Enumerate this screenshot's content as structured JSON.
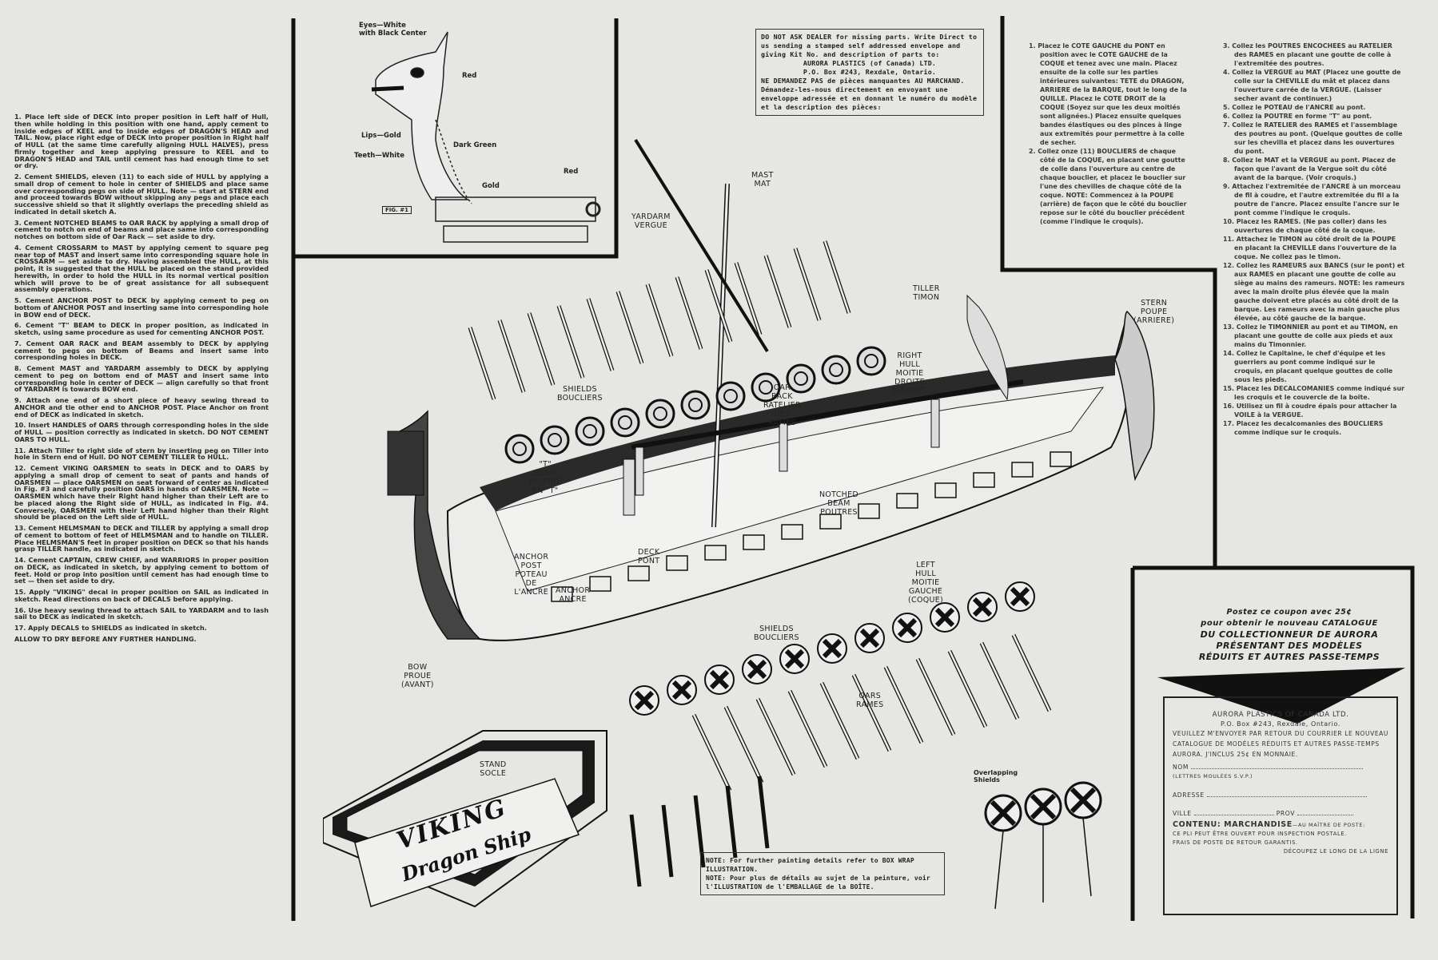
{
  "english_instructions": [
    "1. Place left side of DECK into proper position in Left half of Hull, then while holding in this position with one hand, apply cement to inside edges of KEEL and to inside edges of DRAGON'S HEAD and TAIL. Now, place right edge of DECK into proper position in Right half of HULL (at the same time carefully aligning HULL HALVES), press firmly together and keep applying pressure to KEEL and to DRAGON'S HEAD and TAIL until cement has had enough time to set or dry.",
    "2. Cement SHIELDS, eleven (11) to each side of HULL by applying a small drop of cement to hole in center of SHIELDS and place same over corresponding pegs on side of HULL. Note — start at STERN end and proceed towards BOW without skipping any pegs and place each successive shield so that it slightly overlaps the preceding shield as indicated in detail sketch A.",
    "3. Cement NOTCHED BEAMS to OAR RACK by applying a small drop of cement to notch on end of beams and place same into corresponding notches on bottom side of Oar Rack — set aside to dry.",
    "4. Cement CROSSARM to MAST by applying cement to square peg near top of MAST and insert same into corresponding square hole in CROSSARM — set aside to dry. Having assembled the HULL, at this point, it is suggested that the HULL be placed on the stand provided herewith, in order to hold the HULL in its normal vertical position which will prove to be of great assistance for all subsequent assembly operations.",
    "5. Cement ANCHOR POST to DECK by applying cement to peg on bottom of ANCHOR POST and inserting same into corresponding hole in BOW end of DECK.",
    "6. Cement \"T\" BEAM to DECK in proper position, as indicated in sketch, using same procedure as used for cementing ANCHOR POST.",
    "7. Cement OAR RACK and BEAM assembly to DECK by applying cement to pegs on bottom of Beams and insert same into corresponding holes in DECK.",
    "8. Cement MAST and YARDARM assembly to DECK by applying cement to peg on bottom end of MAST and insert same into corresponding hole in center of DECK — align carefully so that front of YARDARM is towards BOW end.",
    "9. Attach one end of a short piece of heavy sewing thread to ANCHOR and tie other end to ANCHOR POST. Place Anchor on front end of DECK as indicated in sketch.",
    "10. Insert HANDLES of OARS through corresponding holes in the side of HULL — position correctly as indicated in sketch. DO NOT CEMENT OARS TO HULL.",
    "11. Attach Tiller to right side of stern by inserting peg on Tiller into hole in Stern end of Hull. DO NOT CEMENT TILLER to HULL.",
    "12. Cement VIKING OARSMEN to seats in DECK and to OARS by applying a small drop of cement to seat of pants and hands of OARSMEN — place OARSMEN on seat forward of center as indicated in Fig. #3 and carefully position OARS in hands of OARSMEN. Note — OARSMEN which have their Right hand higher than their Left are to be placed along the Right side of HULL, as indicated in Fig. #4. Conversely, OARSMEN with their Left hand higher than their Right should be placed on the Left side of HULL.",
    "13. Cement HELMSMAN to DECK and TILLER by applying a small drop of cement to bottom of feet of HELMSMAN and to handle on TILLER. Place HELMSMAN'S feet in proper position on DECK so that his hands grasp TILLER handle, as indicated in sketch.",
    "14. Cement CAPTAIN, CREW CHIEF, and WARRIORS in proper position on DECK, as indicated in sketch, by applying cement to bottom of feet. Hold or prop into position until cement has had enough time to set — then set aside to dry.",
    "15. Apply \"VIKING\" decal in proper position on SAIL as indicated in sketch. Read directions on back of DECALS before applying.",
    "16. Use heavy sewing thread to attach SAIL to YARDARM and to lash sail to DECK as indicated in sketch.",
    "17. Apply DECALS to SHIELDS as indicated in sketch.",
    "ALLOW TO DRY BEFORE ANY FURTHER HANDLING."
  ],
  "french_instructions_col1": [
    "1. Placez le COTE GAUCHE du PONT en position avec le COTE GAUCHE de la COQUE et tenez avec une main. Placez ensuite de la colle sur les parties intérieures suivantes: TETE du DRAGON, ARRIERE de la BARQUE, tout le long de la QUILLE. Placez le COTE DROIT de la COQUE (Soyez sur que les deux moitiés sont alignées.) Placez ensuite quelques bandes élastiques ou des pinces à linge aux extremités pour permettre à la colle de secher.",
    "2. Collez onze (11) BOUCLIERS de chaque côté de la COQUE, en placant une goutte de colle dans l'ouverture au centre de chaque bouclier, et placez le bouclier sur l'une des chevilles de chaque côté de la coque. NOTE: Commencez à la POUPE (arrière) de façon que le côté du bouclier repose sur le côté du bouclier précédent (comme l'indique le croquis)."
  ],
  "french_instructions_col2": [
    "3. Collez les POUTRES ENCOCHEES au RATELIER des RAMES en placant une goutte de colle à l'extremitée des poutres.",
    "4. Collez la VERGUE au MAT (Placez une goutte de colle sur la CHEVILLE du mât et placez dans l'ouverture carrée de la VERGUE. (Laisser secher avant de continuer.)",
    "5. Collez le POTEAU de l'ANCRE au pont.",
    "6. Collez la POUTRE en forme \"T\" au pont.",
    "7. Collez le RATELIER des RAMES et l'assemblage des poutres au pont. (Quelque gouttes de colle sur les chevilla et placez dans les ouvertures du pont.",
    "8. Collez le MAT et la VERGUE au pont. Placez de façon que l'avant de la Vergue soit du côté avant de la barque. (Voir croquis.)",
    "9. Attachez l'extremitée de l'ANCRE à un morceau de fil à coudre, et l'autre extremitée du fil a la poutre de l'ancre. Placez ensuite l'ancre sur le pont comme l'indique le croquis.",
    "10. Placez les RAMES. (Ne pas coller) dans les ouvertures de chaque côté de la coque.",
    "11. Attachez le TIMON au côté droit de la POUPE en placant la CHEVILLE dans l'ouverture de la coque. Ne collez pas le timon.",
    "12. Collez les RAMEURS aux BANCS (sur le pont) et aux RAMES en placant une goutte de colle au siège au mains des rameurs. NOTE: les rameurs avec la main droite plus élevée que la main gauche doivent etre placés au côté droit de la barque. Les rameurs avec la main gauche plus élevée, au côté gauche de la barque.",
    "13. Collez le TIMONNIER au pont et au TIMON, en placant une goutte de colle aux pieds et aux mains du Timonnier.",
    "14. Collez le Capitaine, le chef d'équipe et les guerriers au pont comme indiqué sur le croquis, en placant quelque gouttes de colle sous les pieds.",
    "15. Placez les DECALCOMANIES comme indiqué sur les croquis et le couvercle de la boite.",
    "16. Utilisez un fil à coudre épais pour attacher la VOILE à la VERGUE.",
    "17. Placez les decalcomanies des BOUCLIERS comme indique sur le croquis."
  ],
  "dealer_note": {
    "en": "DO NOT ASK DEALER for missing parts. Write Direct to us sending a stamped self addressed envelope and giving Kit No. and description of parts to:",
    "company": "AURORA PLASTICS (of Canada) LTD.",
    "address": "P.O. Box #243, Rexdale, Ontario.",
    "fr": "NE DEMANDEZ PAS de pièces manquantes AU MARCHAND. Démandez-les-nous directement en envoyant une enveloppe adressée et en donnant le numéro du modèle et la description des pièces:"
  },
  "fig1": {
    "label": "FIG. #1",
    "eyes": "Eyes—White",
    "eyes2": "with Black Center",
    "red1": "Red",
    "lips": "Lips—Gold",
    "teeth": "Teeth—White",
    "dark_green": "Dark Green",
    "gold": "Gold",
    "red2": "Red"
  },
  "parts": {
    "mast": [
      "MAST",
      "MAT"
    ],
    "yardarm": [
      "YARDARM",
      "VERGUE"
    ],
    "tiller": [
      "TILLER",
      "TIMON"
    ],
    "stern": [
      "STERN",
      "POUPE (ARRIERE)"
    ],
    "right_hull": [
      "RIGHT HULL",
      "MOITIE DROITE (COQUE)"
    ],
    "shields_top": [
      "SHIELDS",
      "BOUCLIERS"
    ],
    "oar_rack": [
      "OAR RACK",
      "RATELIER DES RAMES"
    ],
    "t_beam": [
      "\"T\" BEAM",
      "POUTRE EN \"T\""
    ],
    "notched_beam": [
      "NOTCHED BEAM",
      "POUTRES"
    ],
    "anchor_post": [
      "ANCHOR POST",
      "POTEAU DE L'ANCRE"
    ],
    "deck": [
      "DECK",
      "PONT"
    ],
    "anchor": [
      "ANCHOR",
      "ANCRE"
    ],
    "left_hull": [
      "LEFT HULL",
      "MOITIE GAUCHE (COQUE)"
    ],
    "shields_bottom": [
      "SHIELDS",
      "BOUCLIERS"
    ],
    "bow": [
      "BOW",
      "PROUE (AVANT)"
    ],
    "oars": [
      "OARS",
      "RAMES"
    ],
    "stand": [
      "STAND",
      "SOCLE"
    ],
    "overlapping": "Overlapping Shields"
  },
  "stand_box": {
    "line1": "VIKING",
    "line2": "Dragon Ship"
  },
  "painting_note": {
    "en": "NOTE: For further painting details refer to BOX WRAP ILLUSTRATION.",
    "fr": "NOTE: Pour plus de détails au sujet de la peinture, voir l'ILLUSTRATION de l'EMBALLAGE de la BOÎTE."
  },
  "coupon": {
    "headline": [
      "Postez ce coupon avec 25¢",
      "pour obtenir le nouveau CATALOGUE",
      "DU COLLECTIONNEUR DE AURORA",
      "PRÉSENTANT DES MODÈLES",
      "RÉDUITS ET AUTRES PASSE-TEMPS"
    ],
    "company": "AURORA PLASTICS OF CANADA LTD.",
    "address": "P.O. Box #243, Rexdale, Ontario.",
    "body": "VEUILLEZ M'ENVOYER PAR RETOUR DU COURRIER LE NOUVEAU CATALOGUE DE MODÈLES RÉDUITS ET AUTRES PASSE-TEMPS AURORA. J'INCLUS 25¢ EN MONNAIE.",
    "nom": "NOM",
    "nom_hint": "(LETTRES MOULÉES S.V.P.)",
    "adresse": "ADRESSE",
    "ville": "VILLE",
    "prov": "PROV",
    "contenu": "CONTENU: MARCHANDISE",
    "maitre": "—AU MAÎTRE DE POSTE:",
    "inspection": "CE PLI PEUT ÊTRE OUVERT POUR INSPECTION POSTALE.",
    "frais": "FRAIS DE POSTE DE RETOUR GARANTIS.",
    "cut": "DÉCOUPEZ LE LONG DE LA LIGNE"
  }
}
